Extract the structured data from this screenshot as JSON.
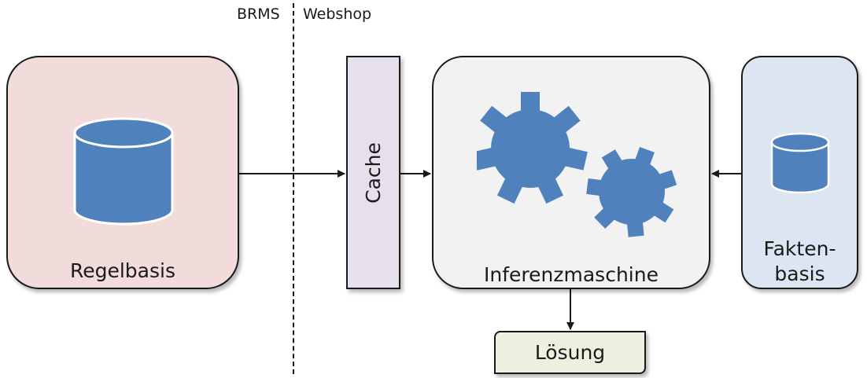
{
  "separator": {
    "left_label": "BRMS",
    "right_label": "Webshop"
  },
  "nodes": {
    "regelbasis": "Regelbasis",
    "cache": "Cache",
    "inferenzmaschine": "Inferenzmaschine",
    "faktenbasis_line1": "Fakten-",
    "faktenbasis_line2": "basis",
    "loesung": "Lösung"
  },
  "icons": {
    "database": "database-icon",
    "gears": "gears-icon"
  },
  "colors": {
    "regelbasis_fill": "#f2dcdb",
    "cache_fill": "#e6e0ec",
    "inferenz_fill": "#f2f2f2",
    "fakten_fill": "#dce6f2",
    "loesung_fill": "#ebf1de",
    "icon_fill": "#4f81bd"
  }
}
